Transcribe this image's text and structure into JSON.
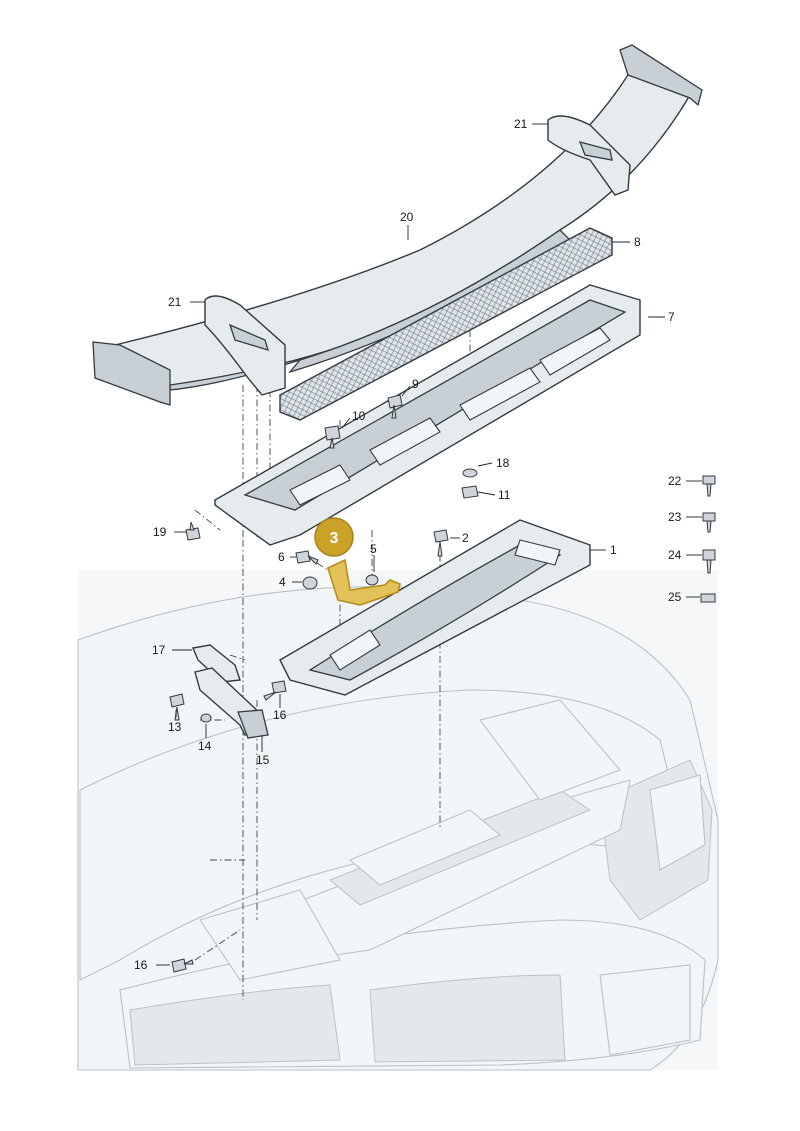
{
  "callouts": [
    {
      "id": "c1",
      "label": "1"
    },
    {
      "id": "c2",
      "label": "2"
    },
    {
      "id": "c4",
      "label": "4"
    },
    {
      "id": "c5",
      "label": "5"
    },
    {
      "id": "c6",
      "label": "6"
    },
    {
      "id": "c7",
      "label": "7"
    },
    {
      "id": "c8",
      "label": "8"
    },
    {
      "id": "c9",
      "label": "9"
    },
    {
      "id": "c10",
      "label": "10"
    },
    {
      "id": "c11",
      "label": "11"
    },
    {
      "id": "c13",
      "label": "13"
    },
    {
      "id": "c14",
      "label": "14"
    },
    {
      "id": "c15",
      "label": "15"
    },
    {
      "id": "c16a",
      "label": "16"
    },
    {
      "id": "c16b",
      "label": "16"
    },
    {
      "id": "c17",
      "label": "17"
    },
    {
      "id": "c18",
      "label": "18"
    },
    {
      "id": "c19",
      "label": "19"
    },
    {
      "id": "c20",
      "label": "20"
    },
    {
      "id": "c21a",
      "label": "21"
    },
    {
      "id": "c21b",
      "label": "21"
    },
    {
      "id": "c22",
      "label": "22"
    },
    {
      "id": "c23",
      "label": "23"
    },
    {
      "id": "c24",
      "label": "24"
    },
    {
      "id": "c25",
      "label": "25"
    }
  ],
  "highlight": {
    "label": "3",
    "color": "#c9a227"
  },
  "colors": {
    "part_fill": "#e6ebee",
    "outline": "#333a40",
    "ghost": "#b9c2c8",
    "highlight": "#c9a227"
  }
}
